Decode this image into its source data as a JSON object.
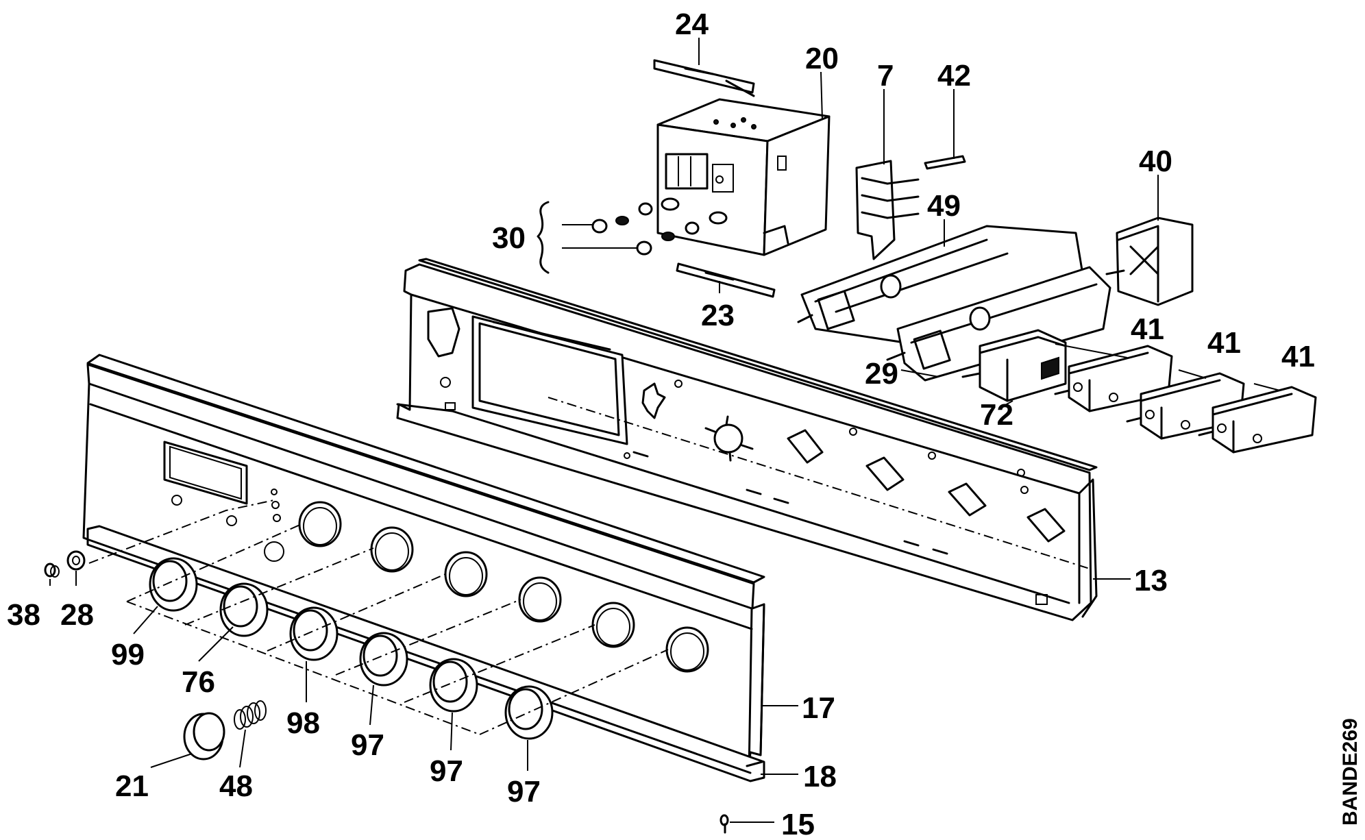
{
  "labels": {
    "p24": "24",
    "p20": "20",
    "p7": "7",
    "p42": "42",
    "p40": "40",
    "p49": "49",
    "p30": "30",
    "p23": "23",
    "p41a": "41",
    "p41b": "41",
    "p41c": "41",
    "p29": "29",
    "p72": "72",
    "p13": "13",
    "p38": "38",
    "p28": "28",
    "p99": "99",
    "p76": "76",
    "p98": "98",
    "p97a": "97",
    "p97b": "97",
    "p97c": "97",
    "p17": "17",
    "p21": "21",
    "p48": "48",
    "p18": "18",
    "p15": "15"
  },
  "drawing_code": "BANDE269"
}
